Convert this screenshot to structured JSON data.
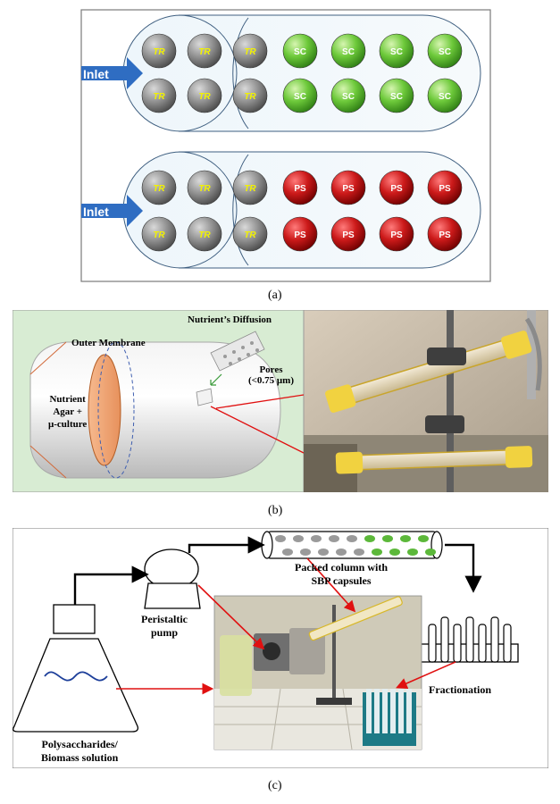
{
  "panel_a": {
    "caption": "(a)",
    "inlet_top": "Inlet",
    "inlet_bottom": "Inlet",
    "top_row1": [
      "TR",
      "TR",
      "TR",
      "SC",
      "SC",
      "SC",
      "SC"
    ],
    "top_row2": [
      "TR",
      "TR",
      "TR",
      "SC",
      "SC",
      "SC",
      "SC"
    ],
    "bot_row1": [
      "TR",
      "TR",
      "TR",
      "PS",
      "PS",
      "PS",
      "PS"
    ],
    "bot_row2": [
      "TR",
      "TR",
      "TR",
      "PS",
      "PS",
      "PS",
      "PS"
    ],
    "colors": {
      "tr_text": "#f2f200",
      "sc_fill": "#6dc93a",
      "ps_fill": "#c81818",
      "inlet": "#2f6dc2"
    }
  },
  "panel_b": {
    "caption": "(b)",
    "nutrient_diffusion": "Nutrient’s Diffusion",
    "outer_membrane": "Outer Membrane",
    "pores_line1": "Pores",
    "pores_line2": "(<0.75 μm)",
    "nutrient_line1": "Nutrient",
    "nutrient_line2": "Agar +",
    "nutrient_line3": "μ-culture",
    "colors": {
      "background": "#d8ecd3"
    }
  },
  "panel_c": {
    "caption": "(c)",
    "packed_line1": "Packed column with",
    "packed_line2": "SBP capsules",
    "pump_line1": "Peristaltic",
    "pump_line2": "pump",
    "fractionation": "Fractionation",
    "poly_line1": "Polysaccharides/",
    "poly_line2": "Biomass solution"
  }
}
